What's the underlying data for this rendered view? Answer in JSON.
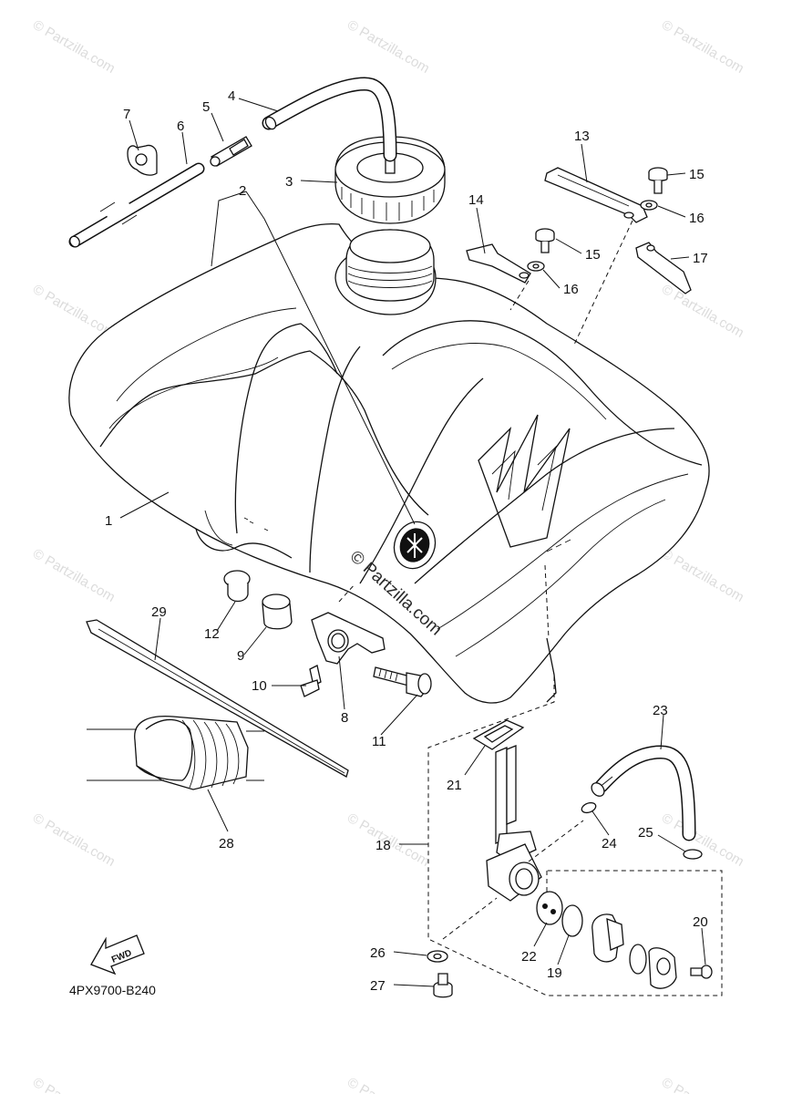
{
  "diagram_code": "4PX9700-B240",
  "fwd_label": "FWD",
  "watermark_text": "© Partzilla.com",
  "center_watermark_text": "© Partzilla.com",
  "callouts": {
    "c1": "1",
    "c2": "2",
    "c3": "3",
    "c4": "4",
    "c5": "5",
    "c6": "6",
    "c7": "7",
    "c8": "8",
    "c9": "9",
    "c10": "10",
    "c11": "11",
    "c12": "12",
    "c13": "13",
    "c14": "14",
    "c15a": "15",
    "c15b": "15",
    "c16a": "16",
    "c16b": "16",
    "c17": "17",
    "c18": "18",
    "c19": "19",
    "c20": "20",
    "c21": "21",
    "c22": "22",
    "c23": "23",
    "c24": "24",
    "c25": "25",
    "c26": "26",
    "c27": "27",
    "c28": "28",
    "c29": "29"
  },
  "colors": {
    "line": "#111111",
    "watermark": "#dcdcdc",
    "background": "#ffffff"
  }
}
